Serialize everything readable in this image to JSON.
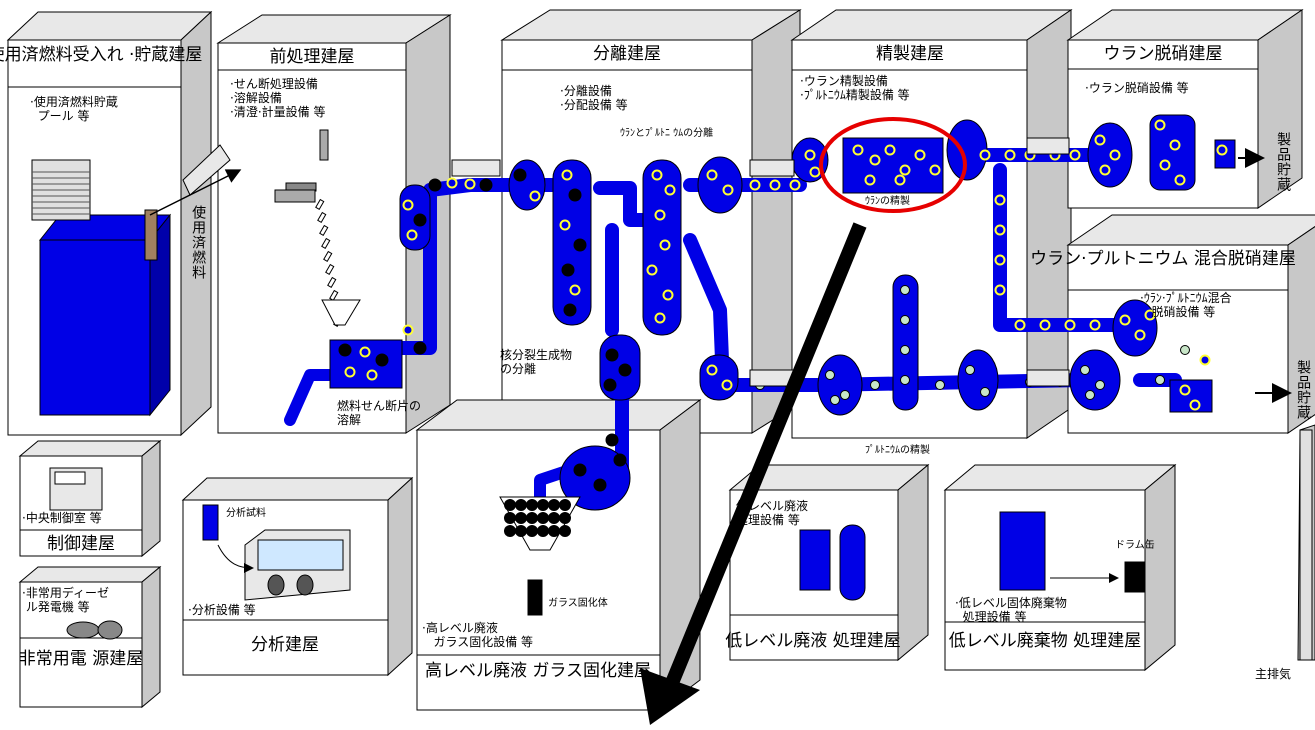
{
  "diagram": {
    "buildings": {
      "receiving": {
        "title": "使用済燃料受入れ\n·貯蔵建屋",
        "equipment": "·使用済燃料貯蔵\n  プール 等"
      },
      "spent_fuel_label": "使用済燃料",
      "head_end": {
        "title": "前処理建屋",
        "equipment": "·せん断処理設備\n·溶解設備\n·清澄·計量設備 等",
        "caption": "燃料せん断片の\n溶解"
      },
      "separation": {
        "title": "分離建屋",
        "equipment": "·分離設備\n·分配設備 等",
        "caption_uranium_plutonium": "ｳﾗﾝとﾌﾟﾙﾄﾆ\nｳﾑの分離",
        "caption_fission": "核分裂生成物\nの分離"
      },
      "purification": {
        "title": "精製建屋",
        "equipment": "·ウラン精製設備\n·ﾌﾟﾙﾄﾆｳﾑ精製設備 等",
        "caption_uranium": "ｳﾗﾝの精製",
        "caption_plutonium": "ﾌﾟﾙﾄﾆｳﾑの精製"
      },
      "uranium_denitration": {
        "title": "ウラン脱硝建屋",
        "equipment": "·ウラン脱硝設備 等",
        "storage": "製品貯蔵"
      },
      "mox_denitration": {
        "title": "ウラン·プルトニウム\n混合脱硝建屋",
        "equipment": "·ｳﾗﾝ·ﾌﾟﾙﾄﾆｳﾑ混合\n   脱硝設備 等",
        "storage": "製品貯蔵"
      },
      "control": {
        "title": "制御建屋",
        "equipment": "·中央制御室 等"
      },
      "emergency_power": {
        "title": "非常用電\n源建屋",
        "equipment": "·非常用ディーゼ\n ル発電機 等"
      },
      "analysis": {
        "title": "分析建屋",
        "equipment": "·分析設備 等",
        "sample": "分析試料"
      },
      "vitrification": {
        "title": "高レベル廃液\nガラス固化建屋",
        "equipment": "·高レベル廃液\n   ガラス固化設備 等",
        "product": "ガラス固化体"
      },
      "low_liquid": {
        "title": "低レベル廃液\n処理建屋",
        "equipment": "低レベル廃液\n処理設備 等"
      },
      "low_solid": {
        "title": "低レベル廃棄物\n処理建屋",
        "equipment": "·低レベル固体廃棄物\n  処理設備 等",
        "drum": "ドラム缶"
      },
      "stack": {
        "title": "主排気"
      }
    },
    "colors": {
      "process_fluid": "#0000e6",
      "highlight": "#e60000",
      "marker_yellow": "#ffff33",
      "marker_light": "#c8e6c8",
      "marker_black": "#000000",
      "wall_gray": "#c8c8c8",
      "wall_dark": "#a8a8a8"
    }
  }
}
